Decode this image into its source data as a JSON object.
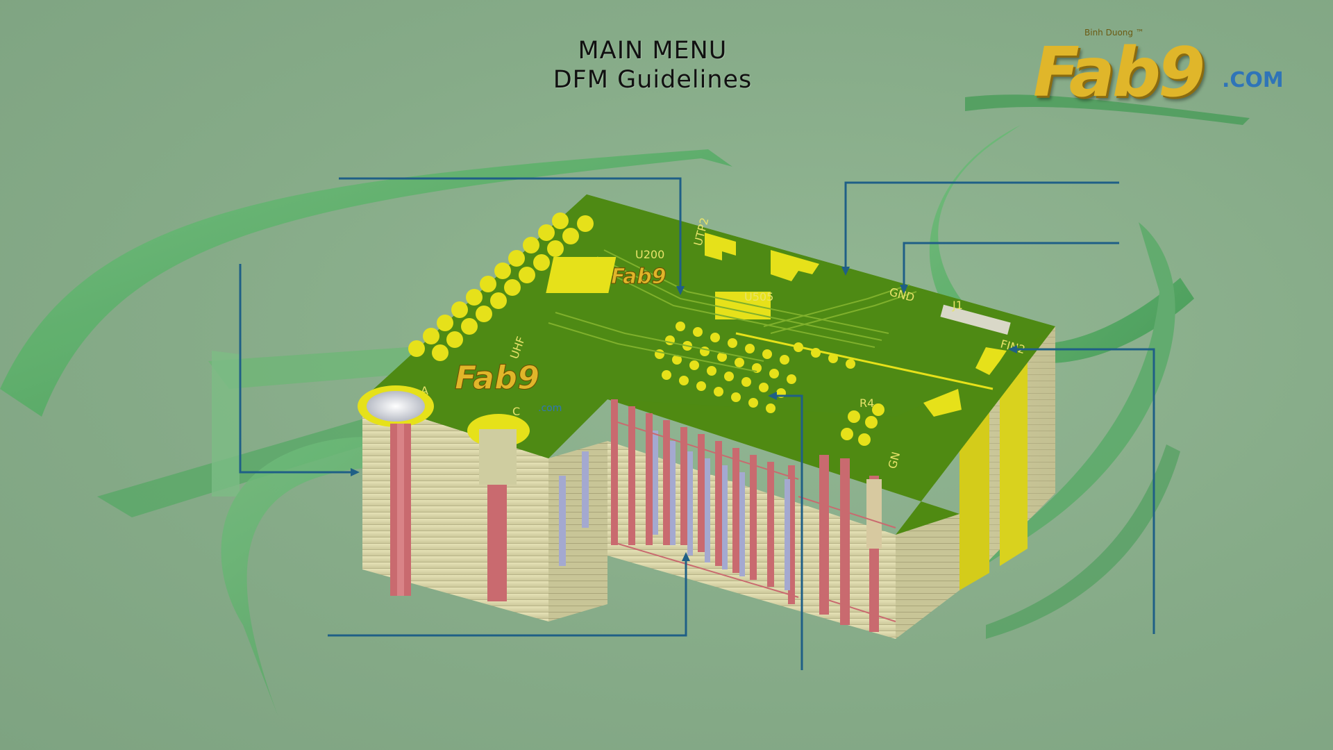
{
  "header": {
    "title": "MAIN MENU",
    "subtitle": "DFM Guidelines"
  },
  "logo": {
    "word": "Fab9",
    "tagline": "Binh Duong ™",
    "domain": ".COM",
    "inboard_word": "Fab9",
    "inboard_domain": ".com"
  },
  "board": {
    "silkscreen": [
      "U200",
      "UTP2",
      "U505",
      "GND",
      "J1",
      "UHF",
      "FIN2",
      "R4",
      "A",
      "C",
      "GN"
    ]
  },
  "colors": {
    "background": "#86ab88",
    "board_top": "#4f8a12",
    "pad": "#e6e11a",
    "laminate": "#d9d6a8",
    "copper_via": "#c96a6f",
    "callout_line": "#1f5f86",
    "ribbon": "#5eae6a",
    "logo_gold": "#e0b62a",
    "logo_blue": "#2f74b8"
  },
  "callouts": [
    {
      "name": "callout-component-placement"
    },
    {
      "name": "callout-surface-finish"
    },
    {
      "name": "callout-ground-plane"
    },
    {
      "name": "callout-drilled-holes"
    },
    {
      "name": "callout-edge-plating"
    },
    {
      "name": "callout-via-structures"
    },
    {
      "name": "callout-bga-fanout"
    }
  ]
}
